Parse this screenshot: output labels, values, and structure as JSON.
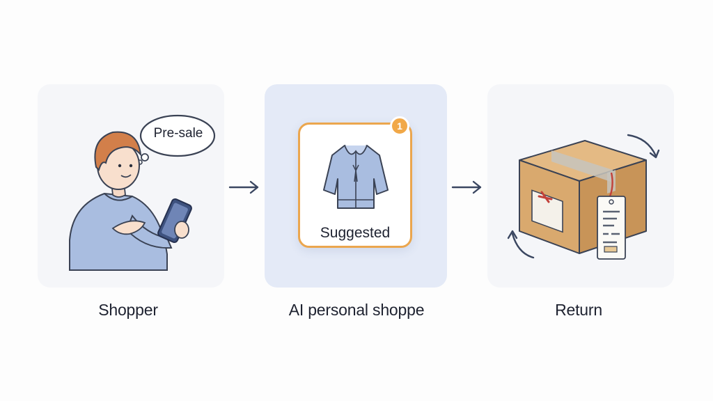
{
  "steps": {
    "shopper": {
      "caption": "Shopper",
      "bubble": "Pre-sale"
    },
    "ai": {
      "caption": "AI personal shoppe",
      "card_label": "Suggested",
      "badge": "1"
    },
    "return": {
      "caption": "Return"
    }
  },
  "icons": [
    "person-icon",
    "tablet-icon",
    "jacket-icon",
    "box-icon",
    "cycle-arrow-icon",
    "arrow-right-icon"
  ],
  "colors": {
    "panel": "#f5f6f9",
    "panel_active": "#e4eaf7",
    "accent_orange": "#eba64e",
    "outline": "#3a4254",
    "clothing_blue": "#a9bde0",
    "box_brown": "#d8a86e"
  }
}
